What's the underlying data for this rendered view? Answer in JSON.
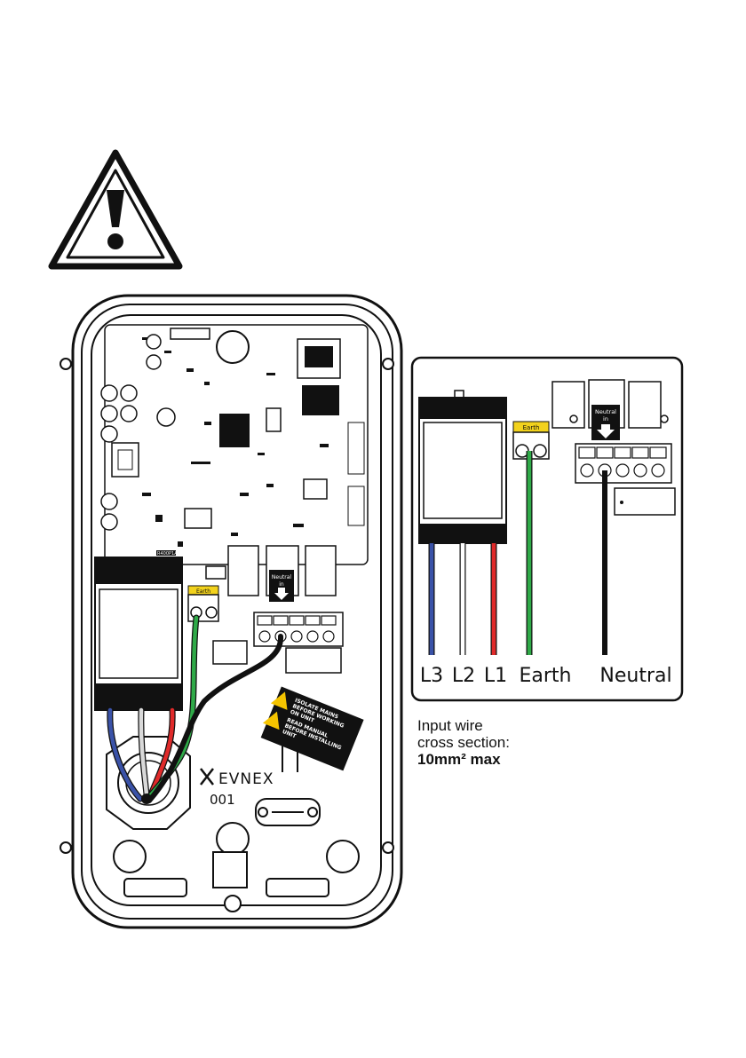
{
  "warning": {
    "icon": "warning-triangle-icon"
  },
  "board": {
    "earth_tag": "Earth",
    "neutral_tag_line1": "Neutral",
    "neutral_tag_line2": "in",
    "brand": "EVNEX",
    "model": "001",
    "sticker_line1": "ISOLATE MAINS",
    "sticker_line2": "BEFORE WORKING",
    "sticker_line3": "ON UNIT",
    "sticker_line4": "READ MANUAL",
    "sticker_line5": "BEFORE INSTALLING",
    "sticker_line6": "UNIT",
    "chip_label": "R400P1A"
  },
  "detail": {
    "earth_tag": "Earth",
    "neutral_tag_line1": "Neutral",
    "neutral_tag_line2": "in",
    "labels": {
      "l3": "L3",
      "l2": "L2",
      "l1": "L1",
      "earth": "Earth",
      "neutral": "Neutral"
    }
  },
  "caption": {
    "line1": "Input wire",
    "line2": "cross section:",
    "line3": "10mm² max"
  },
  "colors": {
    "l3": "#3a52a8",
    "l2": "#d9d9d9",
    "l1": "#e02a2a",
    "earth": "#2faa48",
    "neutral": "#111111",
    "earth_tag": "#f2d21c",
    "sticker": "#f5c400"
  }
}
